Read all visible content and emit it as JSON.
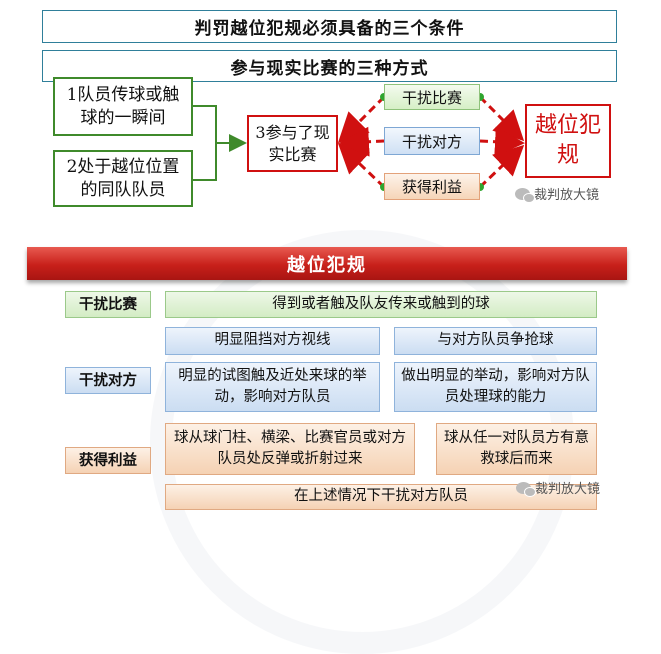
{
  "top": {
    "banner1": "判罚越位犯规必须具备的三个条件",
    "banner2": "参与现实比赛的三种方式",
    "cond1": "1队员传球或触球的一瞬间",
    "cond2": "2处于越位位置的同队队员",
    "cond3": "3参与了现实比赛",
    "way1": "干扰比赛",
    "way2": "干扰对方",
    "way3": "获得利益",
    "result": "越位犯规"
  },
  "watermark": "裁判放大镜",
  "table": {
    "title": "越位犯规",
    "rows": [
      {
        "label": "干扰比赛",
        "cells": [
          "得到或者触及队友传来或触到的球"
        ]
      },
      {
        "label": "干扰对方",
        "cells": [
          "明显阻挡对方视线",
          "与对方队员争抢球",
          "明显的试图触及近处来球的举动，影响对方队员",
          "做出明显的举动，影响对方队员处理球的能力"
        ]
      },
      {
        "label": "获得利益",
        "cells": [
          "球从球门柱、横梁、比赛官员或对方队员处反弹或折射过来",
          "球从任一对队员方有意救球后而来",
          "在上述情况下干扰对方队员"
        ]
      }
    ]
  },
  "colors": {
    "red": "#d01010",
    "green": "#3f8a2b",
    "blue": "#2f7f9a"
  }
}
